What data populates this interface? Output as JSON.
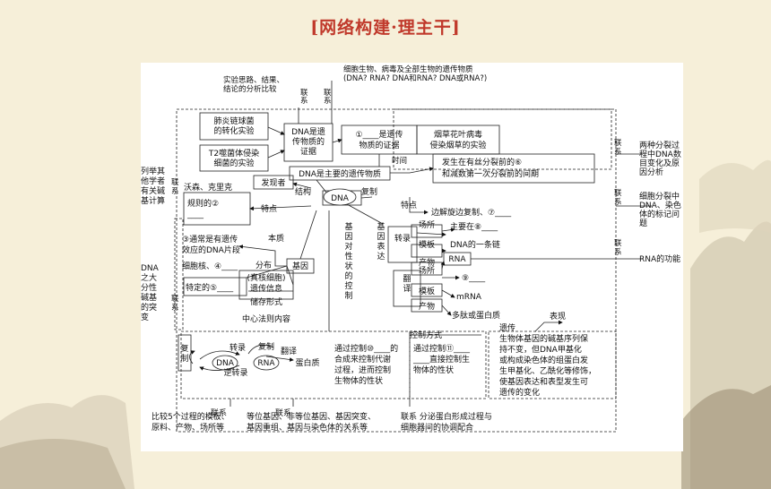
{
  "title": "[网络构建·理主干]",
  "map": {
    "top_note": [
      "细胞生物、病毒及全部生物的遗传物质",
      "(DNA? RNA? DNA和RNA? DNA或RNA?)"
    ],
    "exp_compare": [
      "实验思路、结果、",
      "结论的分析比较"
    ],
    "lianxi": "联系",
    "lianxi_v": [
      "联",
      "系"
    ],
    "pneumo": [
      "肺炎链球菌",
      "的转化实验"
    ],
    "t2": [
      "T2噬菌体侵染",
      "细菌的实验"
    ],
    "dna_gen": [
      "DNA是遗",
      "传物质的",
      "证据"
    ],
    "q1": [
      "①____是遗传",
      "物质的证据"
    ],
    "tmv": [
      "烟草花叶病毒",
      "侵染烟草的实验"
    ],
    "main_gen": "DNA是主要的遗传物质",
    "time": "时间",
    "q6": [
      "发生在有丝分裂前的⑥",
      "和减数第一次分裂前的间期"
    ],
    "left_edge": [
      "列举其",
      "他学者",
      "有关碱",
      "基计算"
    ],
    "left_edge2": [
      "DNA",
      "之大",
      "分性",
      "碱基",
      "的突",
      "变"
    ],
    "discover": "发现者",
    "scientists": "沃森、克里克",
    "structure": "结构",
    "replicate": "复制",
    "dna": "DNA",
    "q2": [
      "规则的②",
      "____"
    ],
    "feature": "特点",
    "feature2": "特点",
    "q7": "边解旋边复制、⑦____",
    "q3": [
      "③通常是有遗传",
      "效应的DNA片段"
    ],
    "essence": "本质",
    "distribution": "分布",
    "cell_nucleus": "细胞核、④____",
    "eukaryote": [
      "(真核细胞)",
      "遗传信息"
    ],
    "storage": "储存形式",
    "gene": "基因",
    "q5": "特定的⑤____",
    "central": "中心法则内容",
    "control": [
      "基",
      "因",
      "对",
      "性",
      "状",
      "的",
      "控",
      "制"
    ],
    "expression": [
      "基",
      "因",
      "表",
      "达"
    ],
    "transcription": "转录",
    "translation": [
      "翻",
      "译"
    ],
    "place": "场所",
    "template": "模板",
    "product": "产物",
    "q8": "主要在⑧____",
    "one_chain": "DNA的一条链",
    "rna": "RNA",
    "q9": "⑨____",
    "mrna": "mRNA",
    "peptide": "多肽或蛋白质",
    "control_mode": "控制方式",
    "fuzhi": [
      "复",
      "制"
    ],
    "cycle_dna": "DNA",
    "cycle_rna": "RNA",
    "cycle_protein": "蛋白质",
    "zhuanlu": "转录",
    "nizhuanlu": "逆转录",
    "fanyi": "翻译",
    "fuzhi_small": "复制",
    "q10": [
      "通过控制⑩____的",
      "合成来控制代谢",
      "过程，进而控制",
      "生物体的性状"
    ],
    "q11": [
      "通过控制⑪____",
      "____直接控制生",
      "物体的性状"
    ],
    "biaoxian": "表现",
    "epigen": [
      "遗传",
      "生物体基因的碱基序列保",
      "持不变，但DNA甲基化",
      "或构成染色体的组蛋白发",
      "生甲基化、乙酰化等修饰，",
      "使基因表达和表型发生可",
      "遗传的变化"
    ],
    "right_edge1": [
      "两种分裂过",
      "程中DNA数",
      "目变化及原",
      "因分析"
    ],
    "right_edge2": [
      "细胞分裂中",
      "DNA、染色",
      "体的标记问",
      "题"
    ],
    "right_edge3": "RNA的功能",
    "bottom1": [
      "比较5个过程的模板、",
      "原料、产物、场所等"
    ],
    "bottom2": [
      "等位基因、非等位基因、基因突变、",
      "基因重组、基因与染色体的关系等"
    ],
    "bottom3": [
      "联系 分泌蛋白形成过程与",
      "细胞器间的协调配合"
    ]
  }
}
